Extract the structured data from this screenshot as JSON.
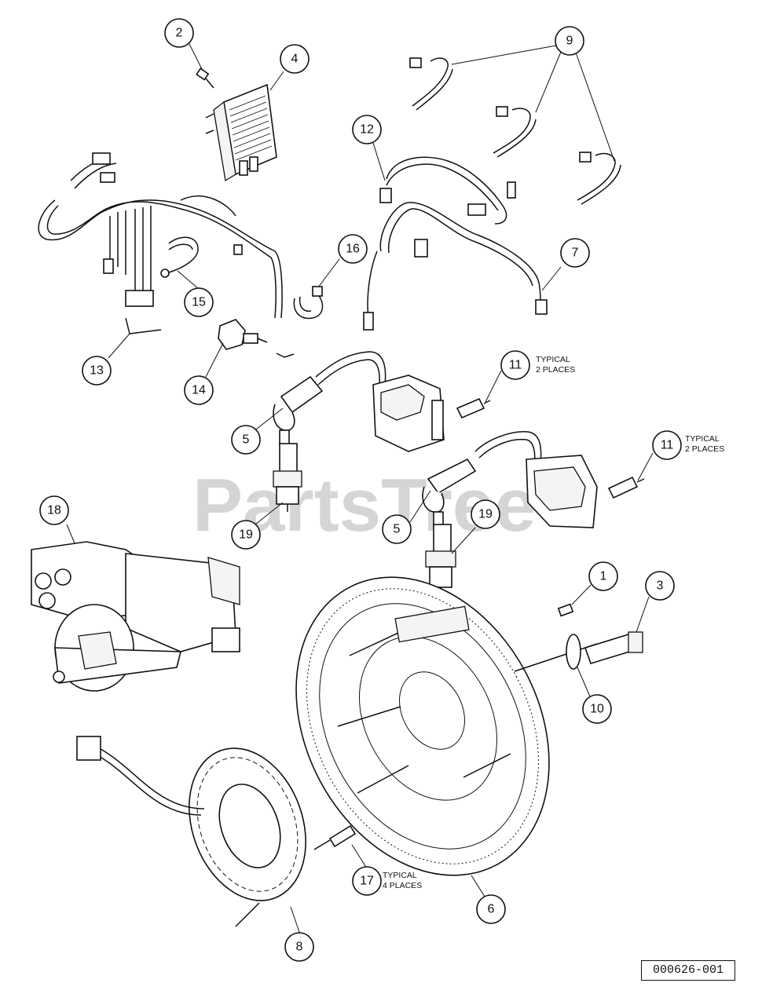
{
  "watermark": "PartsTree",
  "diagram_id": "000626-001",
  "callouts": {
    "c1": "1",
    "c2": "2",
    "c3": "3",
    "c4": "4",
    "c5a": "5",
    "c5b": "5",
    "c6": "6",
    "c7": "7",
    "c8": "8",
    "c9": "9",
    "c10": "10",
    "c11a": "11",
    "c11b": "11",
    "c12": "12",
    "c13": "13",
    "c14": "14",
    "c15": "15",
    "c16": "16",
    "c17": "17",
    "c18": "18",
    "c19a": "19",
    "c19b": "19"
  },
  "notes": {
    "n11a_1": "TYPICAL",
    "n11a_2": "2 PLACES",
    "n11b_1": "TYPICAL",
    "n11b_2": "2 PLACES",
    "n17_1": "TYPICAL",
    "n17_2": "4 PLACES"
  }
}
